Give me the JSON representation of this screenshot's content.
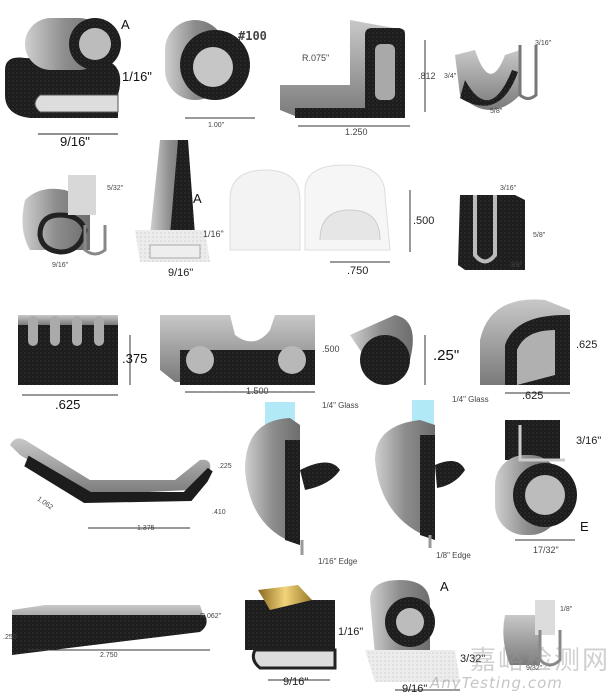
{
  "row1": {
    "seal_a": {
      "letter": "A",
      "height": "1/16\"",
      "width": "9/16\""
    },
    "tube_100": {
      "tag": "#100",
      "diameter": "1.00\""
    },
    "bulb_flap": {
      "radius": "R.075\"",
      "height": ".812",
      "width": "1.250"
    },
    "u_channel": {
      "top": "3/16\"",
      "height": "3/4\"",
      "width": "5/8\""
    }
  },
  "row2": {
    "bulb_trim": {
      "top": "5/32\"",
      "width": "9/16\""
    },
    "fin_seal": {
      "letter": "A",
      "height": "1/16\"",
      "width": "9/16\""
    },
    "double_d": {
      "height": ".500",
      "width": ".750"
    },
    "ribbed_trim": {
      "top": "3/16\"",
      "height": "5/8\"",
      "width": "3/8\""
    }
  },
  "row3": {
    "ribbed_block": {
      "height": ".375",
      "width": ".625"
    },
    "double_tube": {
      "height": ".500",
      "width": "1.500"
    },
    "cord": {
      "diameter": ".25\""
    },
    "d_section": {
      "height": ".625",
      "width": ".625"
    }
  },
  "row4": {
    "v_channel": {
      "side": "1.062",
      "base": "1.375",
      "thickness": ".225",
      "lip": ".410"
    },
    "glass_seal_1": {
      "glass": "1/4\" Glass",
      "edge": "1/16\" Edge"
    },
    "glass_seal_2": {
      "glass": "1/4\" Glass",
      "edge": "1/8\" Edge"
    },
    "seal_e": {
      "letter": "E",
      "top": "3/16\"",
      "width": "17/32\""
    }
  },
  "row5": {
    "flat_strip": {
      "radius": "R.062\"",
      "thickness": ".250",
      "width": "2.750"
    },
    "gold_trim": {
      "height": "1/16\"",
      "width": "9/16\""
    },
    "seal_a2": {
      "letter": "A",
      "height": "3/32\"",
      "width": "9/16\""
    },
    "small_trim": {
      "top": "1/8\"",
      "width": "9/32\""
    }
  },
  "watermark": {
    "cn": "嘉峪检测网",
    "en": "AnyTesting.com"
  },
  "colors": {
    "rubber": "#1c1c1c",
    "surface": "#9a9a9a",
    "metal": "#d8d8d8",
    "gold": "#c9a23c",
    "glass": "#9fe3f5"
  }
}
